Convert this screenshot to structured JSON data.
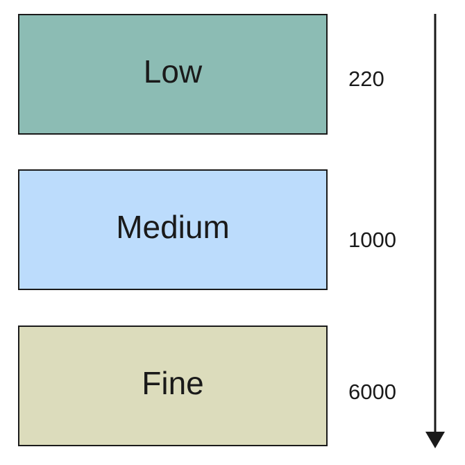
{
  "levels": [
    {
      "label": "Low",
      "value": "220",
      "color": "#8cbcb4"
    },
    {
      "label": "Medium",
      "value": "1000",
      "color": "#bcdcfc"
    },
    {
      "label": "Fine",
      "value": "6000",
      "color": "#dcdcbc"
    }
  ],
  "arrow": {
    "direction": "down"
  }
}
